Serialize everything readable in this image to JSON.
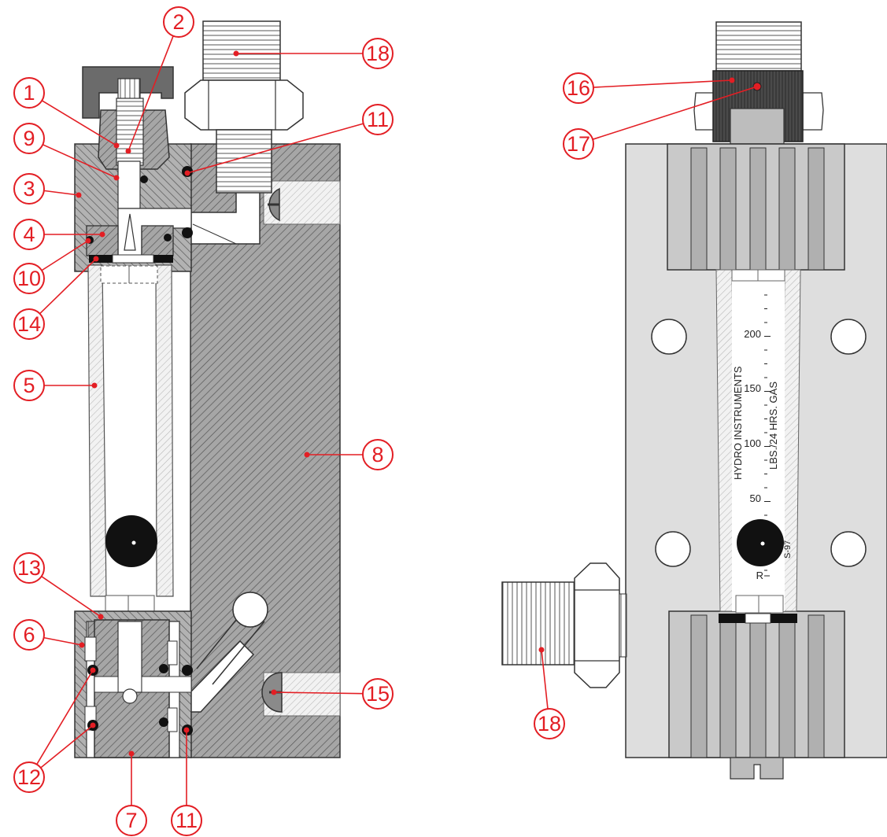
{
  "colors": {
    "callout": "#e31e24",
    "metal_dark": "#9a9a9a",
    "metal_light": "#bdbdbd",
    "body_panel": "#dedede",
    "black_part": "#111111"
  },
  "callouts": [
    {
      "id": "c1",
      "label": "1"
    },
    {
      "id": "c2",
      "label": "2"
    },
    {
      "id": "c3",
      "label": "3"
    },
    {
      "id": "c4",
      "label": "4"
    },
    {
      "id": "c5",
      "label": "5"
    },
    {
      "id": "c6",
      "label": "6"
    },
    {
      "id": "c7",
      "label": "7"
    },
    {
      "id": "c8",
      "label": "8"
    },
    {
      "id": "c9",
      "label": "9"
    },
    {
      "id": "c10",
      "label": "10"
    },
    {
      "id": "c11a",
      "label": "11"
    },
    {
      "id": "c11b",
      "label": "11"
    },
    {
      "id": "c12",
      "label": "12"
    },
    {
      "id": "c13",
      "label": "13"
    },
    {
      "id": "c14",
      "label": "14"
    },
    {
      "id": "c15",
      "label": "15"
    },
    {
      "id": "c16",
      "label": "16"
    },
    {
      "id": "c17",
      "label": "17"
    },
    {
      "id": "c18a",
      "label": "18"
    },
    {
      "id": "c18b",
      "label": "18"
    }
  ],
  "tube": {
    "scale": [
      "200",
      "150",
      "100",
      "50",
      "R"
    ],
    "brand": "HYDRO INSTRUMENTS",
    "units": "LBS./24 HRS. GAS",
    "model": "S-97"
  }
}
